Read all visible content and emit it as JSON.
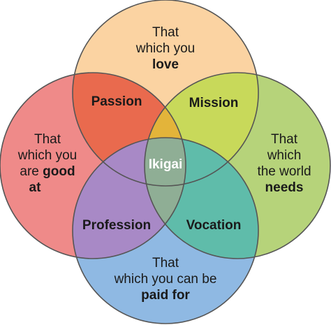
{
  "colors": {
    "love": "#fbd3a2",
    "good_at": "#ef8a89",
    "needs": "#b6d37a",
    "paid_for": "#8fb9e3",
    "passion": "#e96a4e",
    "mission": "#c8d95a",
    "profession": "#a889c6",
    "vocation": "#5fbcaa",
    "ikigai": "#8fae95",
    "top_overlap": "#e3b43a",
    "stroke": "#555555"
  },
  "circles": {
    "love": {
      "line1": "That",
      "line2": "which you",
      "bold": "love"
    },
    "good_at": {
      "line1": "That",
      "line2": "which you",
      "line3_plain": "are ",
      "line3_bold": "good",
      "line4_bold": "at"
    },
    "needs": {
      "line1": "That",
      "line2": "which",
      "line3": "the world",
      "bold": "needs"
    },
    "paid_for": {
      "line1": "That",
      "line2": "which you can be",
      "bold": "paid for"
    }
  },
  "regions": {
    "passion": "Passion",
    "mission": "Mission",
    "profession": "Profession",
    "vocation": "Vocation",
    "ikigai": "Ikigai"
  }
}
